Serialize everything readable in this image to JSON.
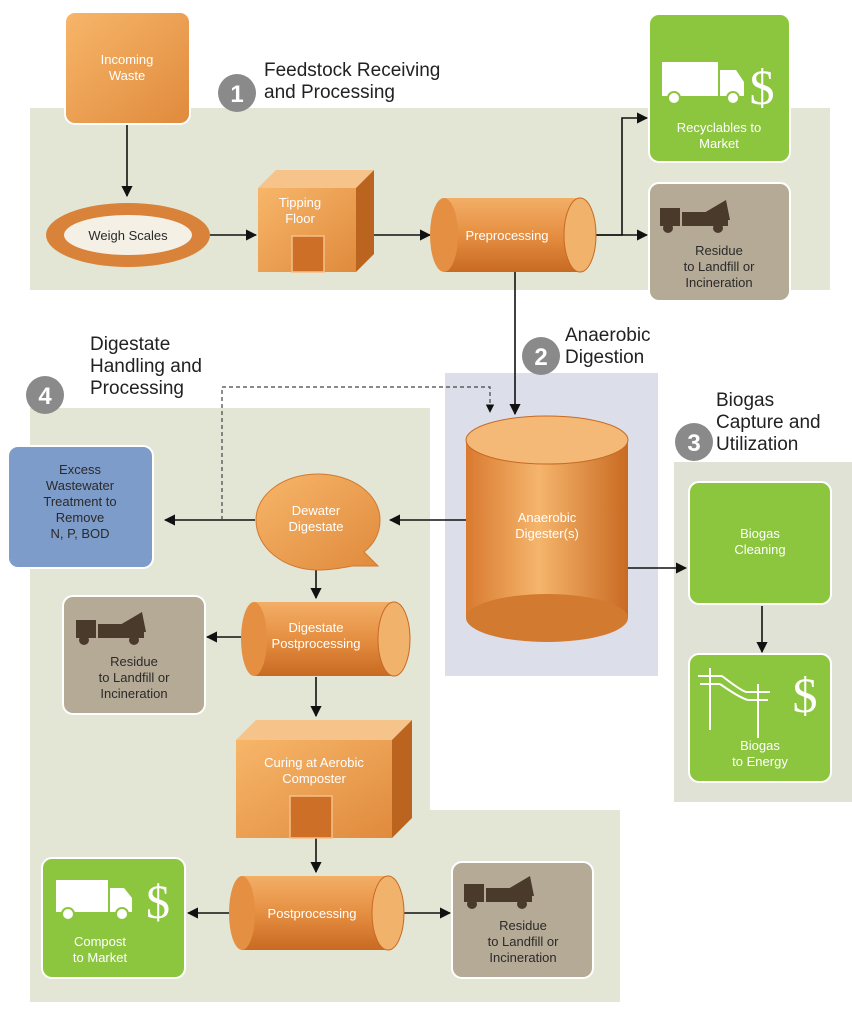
{
  "stages": {
    "s1": {
      "num": "1",
      "title_l1": "Feedstock Receiving",
      "title_l2": "and Processing"
    },
    "s2": {
      "num": "2",
      "title_l1": "Anaerobic",
      "title_l2": "Digestion"
    },
    "s3": {
      "num": "3",
      "title_l1": "Biogas",
      "title_l2": "Capture and",
      "title_l3": "Utilization"
    },
    "s4": {
      "num": "4",
      "title_l1": "Digestate",
      "title_l2": "Handling and",
      "title_l3": "Processing"
    }
  },
  "nodes": {
    "incoming": {
      "l1": "Incoming",
      "l2": "Waste"
    },
    "weigh": {
      "l1": "Weigh Scales"
    },
    "tipping": {
      "l1": "Tipping",
      "l2": "Floor"
    },
    "preproc": {
      "l1": "Preprocessing"
    },
    "recyc": {
      "l1": "Recyclables to",
      "l2": "Market"
    },
    "residue1": {
      "l1": "Residue",
      "l2": "to Landfill or",
      "l3": "Incineration"
    },
    "digester": {
      "l1": "Anaerobic",
      "l2": "Digester(s)"
    },
    "cleaning": {
      "l1": "Biogas",
      "l2": "Cleaning"
    },
    "energy": {
      "l1": "Biogas",
      "l2": "to Energy"
    },
    "excess": {
      "l1": "Excess",
      "l2": "Wastewater",
      "l3": "Treatment to",
      "l4": "Remove",
      "l5": "N, P, BOD"
    },
    "dewater": {
      "l1": "Dewater",
      "l2": "Digestate"
    },
    "postproc1": {
      "l1": "Digestate",
      "l2": "Postprocessing"
    },
    "residue2": {
      "l1": "Residue",
      "l2": "to Landfill or",
      "l3": "Incineration"
    },
    "curing": {
      "l1": "Curing at Aerobic",
      "l2": "Composter"
    },
    "postproc2": {
      "l1": "Postprocessing"
    },
    "compost": {
      "l1": "Compost",
      "l2": "to Market"
    },
    "residue3": {
      "l1": "Residue",
      "l2": "to Landfill or",
      "l3": "Incineration"
    }
  },
  "symbols": {
    "dollar": "$"
  },
  "colors": {
    "orange": "#f0a052",
    "orange_dark": "#c9702a",
    "green": "#8cc63f",
    "tan": "#b5aa96",
    "blue": "#7e9cc9",
    "stage_bg": "#e3e5d5",
    "digestion_bg": "#dcdfea",
    "utilization_bg": "#e0e2d6",
    "badge": "#8a8a8a"
  }
}
